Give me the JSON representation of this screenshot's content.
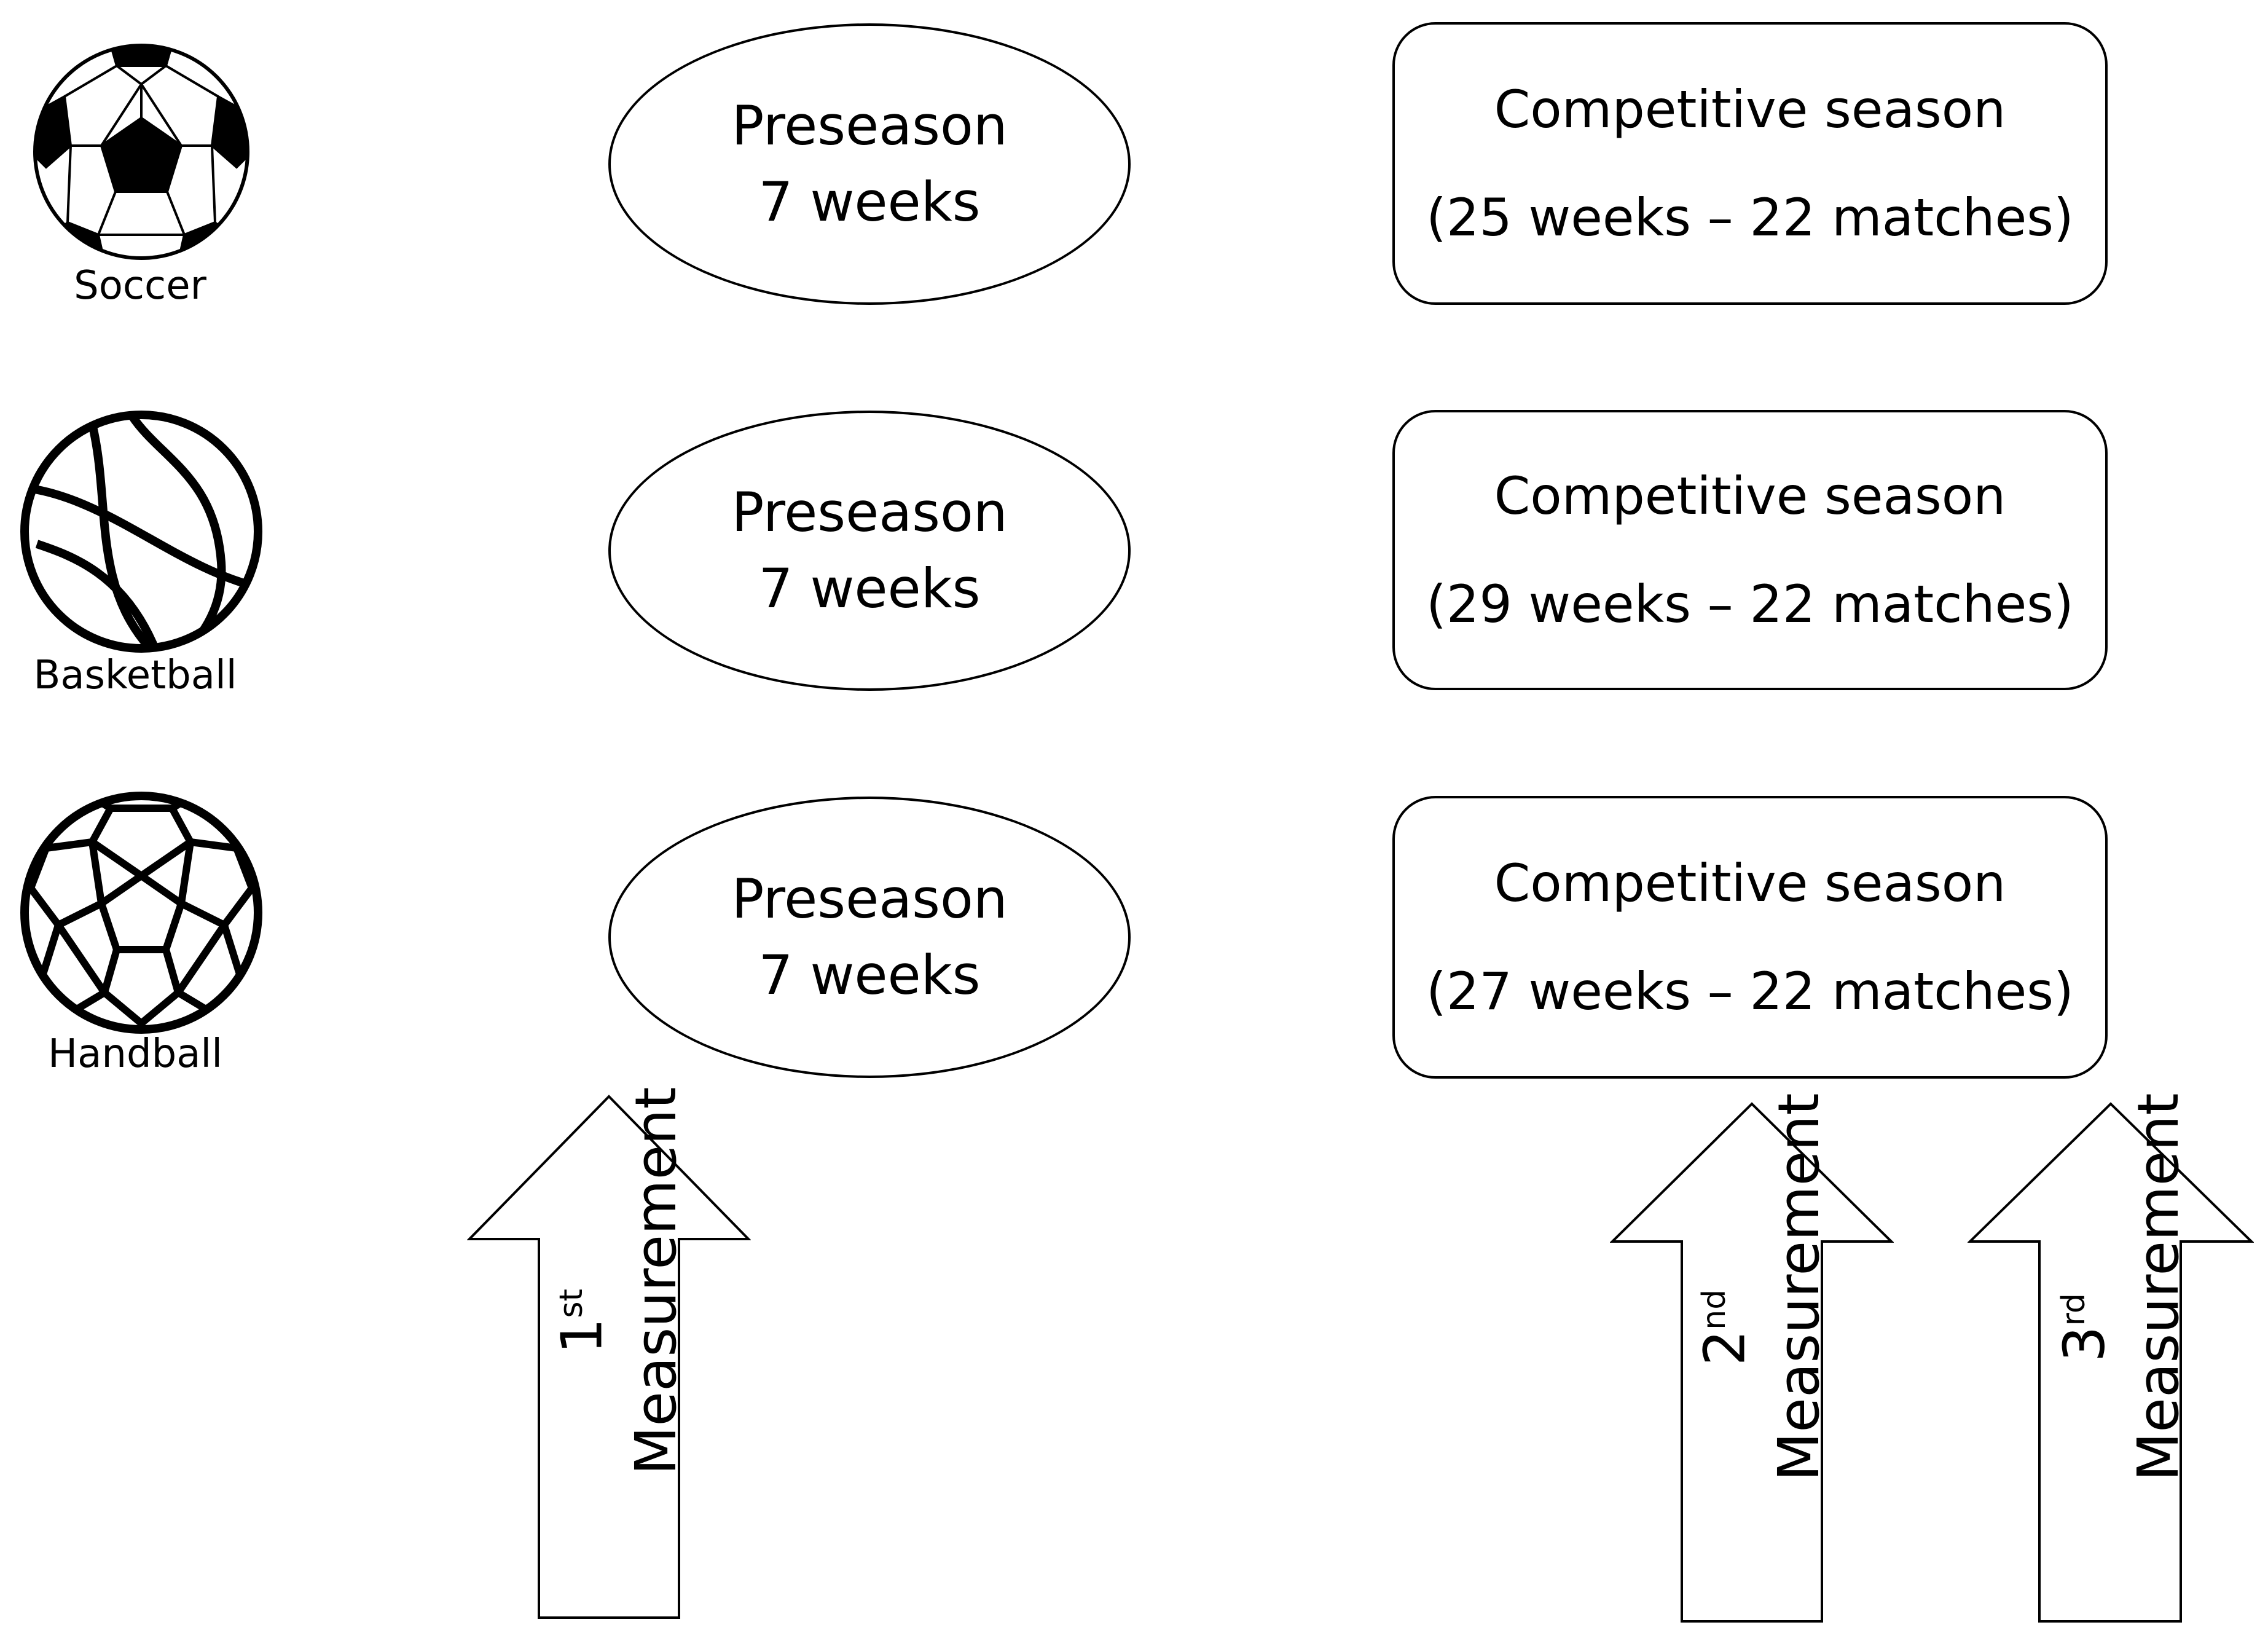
{
  "sports": [
    {
      "label": "Soccer",
      "icon": "soccer-ball-icon"
    },
    {
      "label": "Basketball",
      "icon": "basketball-icon"
    },
    {
      "label": "Handball",
      "icon": "handball-icon"
    }
  ],
  "preseason": [
    {
      "line1": "Preseason",
      "line2": "7 weeks"
    },
    {
      "line1": "Preseason",
      "line2": "7 weeks"
    },
    {
      "line1": "Preseason",
      "line2": "7 weeks"
    }
  ],
  "competitive": [
    {
      "line1": "Competitive season",
      "line2": "(25 weeks – 22 matches)"
    },
    {
      "line1": "Competitive season",
      "line2": "(29 weeks – 22 matches)"
    },
    {
      "line1": "Competitive season",
      "line2": "(27 weeks – 22 matches)"
    }
  ],
  "measurements": [
    {
      "number": "1",
      "suffix": "st",
      "label": "Measurement"
    },
    {
      "number": "2",
      "suffix": "nd",
      "label": "Measurement"
    },
    {
      "number": "3",
      "suffix": "rd",
      "label": "Measurement"
    }
  ]
}
